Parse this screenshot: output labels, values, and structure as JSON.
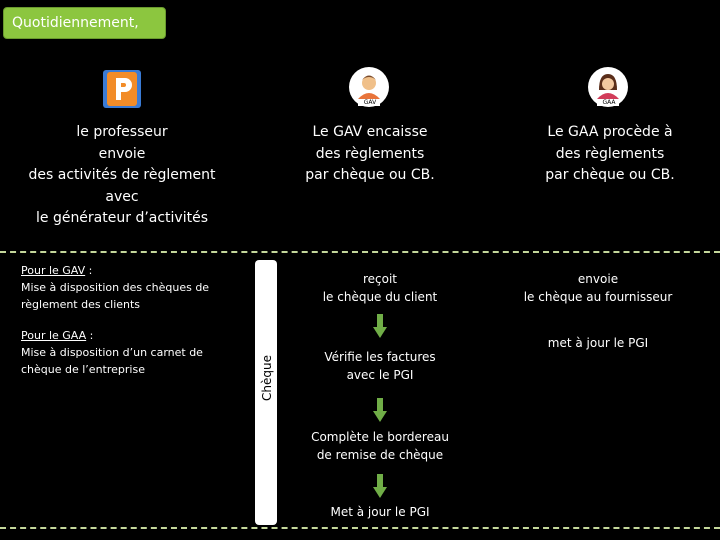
{
  "badge": {
    "label": "Quotidiennement,"
  },
  "columns": {
    "professeur": {
      "text": "le professeur\nenvoie\ndes activités de règlement\navec\nle générateur d’activités",
      "icon": "generator-app-icon"
    },
    "gav": {
      "avatar_label": "GAV",
      "text": "Le GAV encaisse\ndes règlements\npar chèque ou CB."
    },
    "gaa": {
      "avatar_label": "GAA",
      "text": "Le GAA procède à\ndes règlements\npar chèque ou CB."
    }
  },
  "info": {
    "gav_title": "Pour le GAV",
    "gav_body": " :\nMise à disposition des chèques de\nrèglement des clients",
    "gaa_title": "Pour le GAA",
    "gaa_body": " :\nMise à disposition d’un carnet de\nchèque de l’entreprise"
  },
  "section_label": "Chèque",
  "gav_steps": [
    "reçoit\nle chèque du client",
    "Vérifie les factures\navec le PGI",
    "Complète le bordereau\nde remise de chèque",
    "Met à jour le PGI"
  ],
  "gaa_steps": [
    "envoie\nle chèque au fournisseur",
    "met à jour le PGI"
  ],
  "colors": {
    "badge": "#8cc63f",
    "dash": "#c4d79b",
    "arrow": "#70ad47"
  }
}
